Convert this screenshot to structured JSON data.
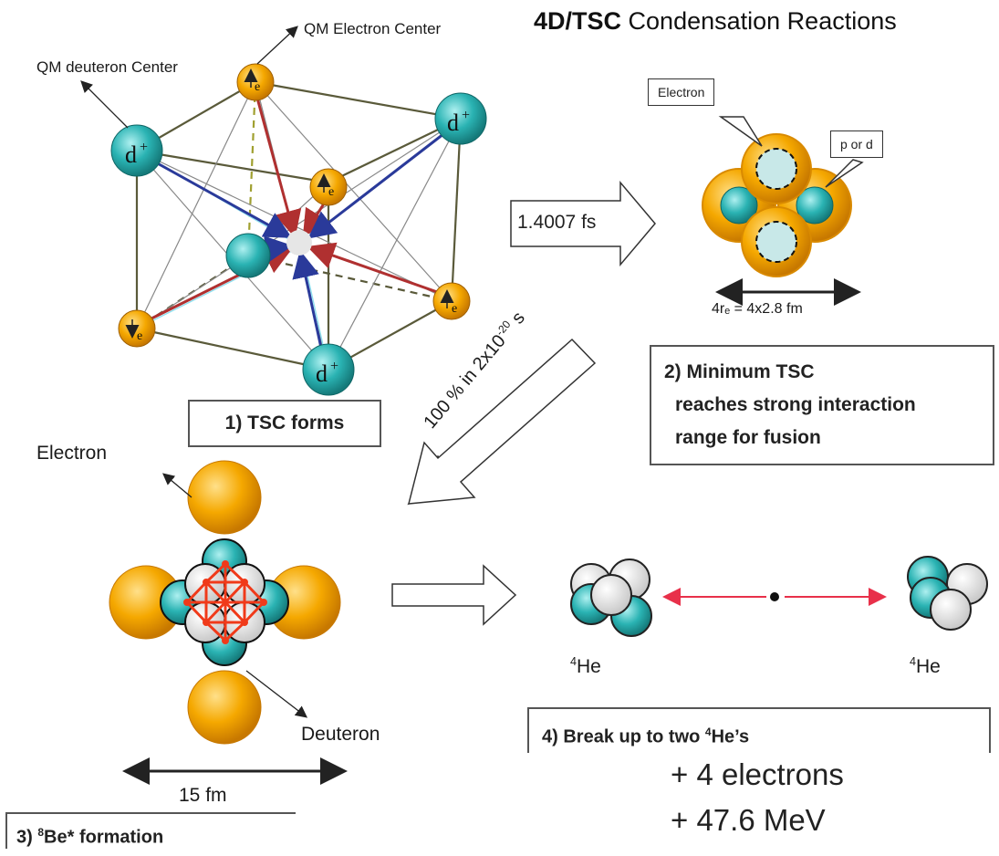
{
  "title": {
    "bold": "4D/TSC",
    "rest": "Condensation Reactions"
  },
  "step1": {
    "label": "1) TSC forms",
    "qm_electron_center": "QM Electron Center",
    "qm_deuteron_center": "QM deuteron Center",
    "deuteron_symbol": "d",
    "deuteron_charge": "+",
    "electron_symbol": "e"
  },
  "arrow1_label": "1.4007 fs",
  "step2": {
    "electron_callout": "Electron",
    "pord_callout": "p or d",
    "dimension_label": "4rₑ = 4x2.8 fm",
    "lines": [
      "2) Minimum TSC",
      "reaches strong interaction",
      "range  for fusion"
    ]
  },
  "arrow2": {
    "prefix": "100 % in 2x10",
    "exponent": "-20",
    "suffix": " s"
  },
  "step3": {
    "electron_label": "Electron",
    "deuteron_label": "Deuteron",
    "dimension_label": "15 fm",
    "label_prefix": "3) ",
    "label_sup": "8",
    "label_rest": "Be* formation"
  },
  "step4": {
    "he_sup": "4",
    "he_label": "He",
    "label_prefix": "4) Break up to two ",
    "label_sup": "4",
    "label_rest": "He’s",
    "extra_lines": [
      "+ 4 electrons",
      "+ 47.6 MeV"
    ]
  },
  "colors": {
    "electron": "#f5a800",
    "deuteron": "#2ab3b3",
    "gray_nucleon": "#d8d8d8",
    "red_arrow": "#b03030",
    "blue_arrow": "#2a3a9a",
    "dark_line": "#5a5a3a"
  }
}
